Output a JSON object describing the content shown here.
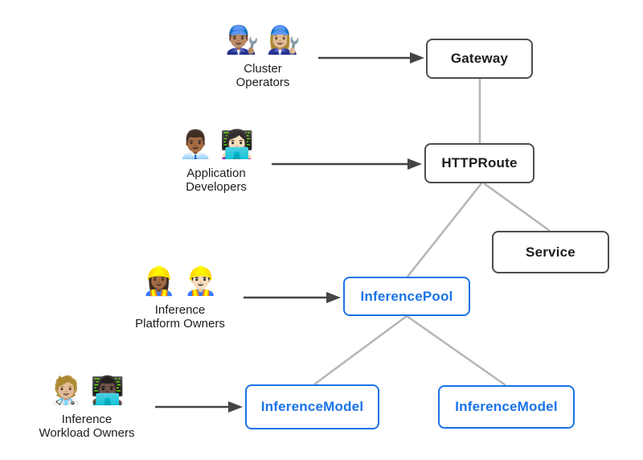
{
  "diagram": {
    "actors": [
      {
        "id": "cluster-operators",
        "emoji": "👨🏽‍🔧 👩🏼‍🔧",
        "label": "Cluster\nOperators"
      },
      {
        "id": "application-developers",
        "emoji": "👨🏾‍💼 👩🏻‍💻",
        "label": "Application\nDevelopers"
      },
      {
        "id": "inference-platform-owners",
        "emoji": "👷🏾‍♀️ 👷🏻‍♂️",
        "label": "Inference\nPlatform Owners"
      },
      {
        "id": "inference-workload-owners",
        "emoji": "🧑🏼‍⚕️ 👨🏿‍💻",
        "label": "Inference\nWorkload Owners"
      }
    ],
    "nodes": [
      {
        "id": "gateway",
        "label": "Gateway",
        "variant": "standard"
      },
      {
        "id": "httproute",
        "label": "HTTPRoute",
        "variant": "standard"
      },
      {
        "id": "service",
        "label": "Service",
        "variant": "standard"
      },
      {
        "id": "inferencepool",
        "label": "InferencePool",
        "variant": "inference-extension"
      },
      {
        "id": "inferencemodel-left",
        "label": "InferenceModel",
        "variant": "inference-extension"
      },
      {
        "id": "inferencemodel-right",
        "label": "InferenceModel",
        "variant": "inference-extension"
      }
    ],
    "edges": [
      {
        "from": "Gateway",
        "to": "HTTPRoute",
        "style": "line"
      },
      {
        "from": "HTTPRoute",
        "to": "InferencePool",
        "style": "line"
      },
      {
        "from": "HTTPRoute",
        "to": "Service",
        "style": "line"
      },
      {
        "from": "InferencePool",
        "to": "InferenceModel (left)",
        "style": "line"
      },
      {
        "from": "InferencePool",
        "to": "InferenceModel (right)",
        "style": "line"
      },
      {
        "from": "Cluster Operators",
        "to": "Gateway",
        "style": "arrow"
      },
      {
        "from": "Application Developers",
        "to": "HTTPRoute",
        "style": "arrow"
      },
      {
        "from": "Inference Platform Owners",
        "to": "InferencePool",
        "style": "arrow"
      },
      {
        "from": "Inference Workload Owners",
        "to": "InferenceModel (left)",
        "style": "arrow"
      }
    ],
    "colors": {
      "accent_blue": "#1a73e8",
      "node_border_gray": "#4d4d4d",
      "node_text_dark": "#1c1c1c",
      "connector_gray": "#b5b5b5",
      "arrow_dark": "#454545",
      "background": "#ffffff"
    }
  }
}
